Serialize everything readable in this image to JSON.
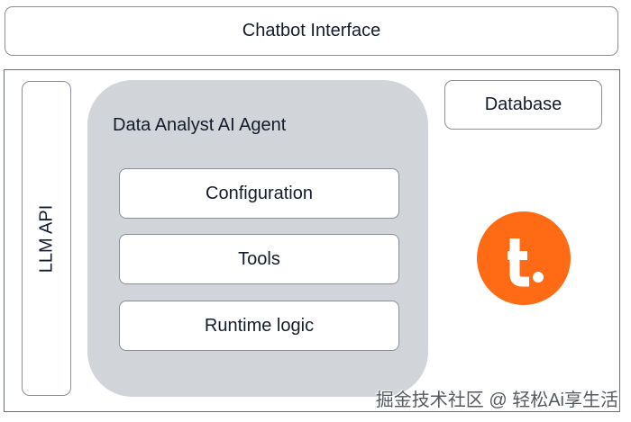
{
  "diagram": {
    "chatbot": "Chatbot Interface",
    "llm_api": "LLM API",
    "agent": {
      "title": "Data Analyst AI Agent",
      "components": [
        "Configuration",
        "Tools",
        "Runtime logic"
      ]
    },
    "database": "Database",
    "logo": {
      "icon": "t-logo-icon",
      "color": "#ff6a14"
    },
    "colors": {
      "agent_bg": "#d1d5da",
      "border": "#8a8f96",
      "text": "#141c2b"
    }
  },
  "watermark": "掘金技术社区 @ 轻松Ai享生活"
}
